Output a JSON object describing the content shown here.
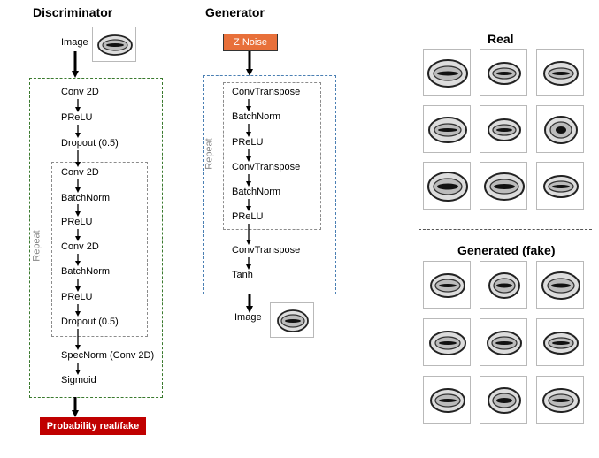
{
  "discriminator": {
    "title": "Discriminator",
    "input_label": "Image",
    "layers_top": [
      "Conv 2D",
      "PReLU",
      "Dropout (0.5)"
    ],
    "repeat_label": "Repeat",
    "repeat_layers": [
      "Conv 2D",
      "BatchNorm",
      "PReLU",
      "Conv 2D",
      "BatchNorm",
      "PReLU",
      "Dropout (0.5)"
    ],
    "layers_bottom": [
      "SpecNorm (Conv 2D)",
      "Sigmoid"
    ],
    "output_label": "Probability real/fake",
    "output_color": "#c00000",
    "frame_color": "#3a7a2e"
  },
  "generator": {
    "title": "Generator",
    "input_label": "Z Noise",
    "input_color": "#e8703a",
    "repeat_label": "Repeat",
    "repeat_layers": [
      "ConvTranspose",
      "BatchNorm",
      "PReLU",
      "ConvTranspose",
      "BatchNorm",
      "PReLU"
    ],
    "layers_bottom": [
      "ConvTranspose",
      "Tanh"
    ],
    "output_label": "Image",
    "frame_color": "#4a7fb3"
  },
  "samples": {
    "real_title": "Real",
    "fake_title": "Generated (fake)"
  }
}
